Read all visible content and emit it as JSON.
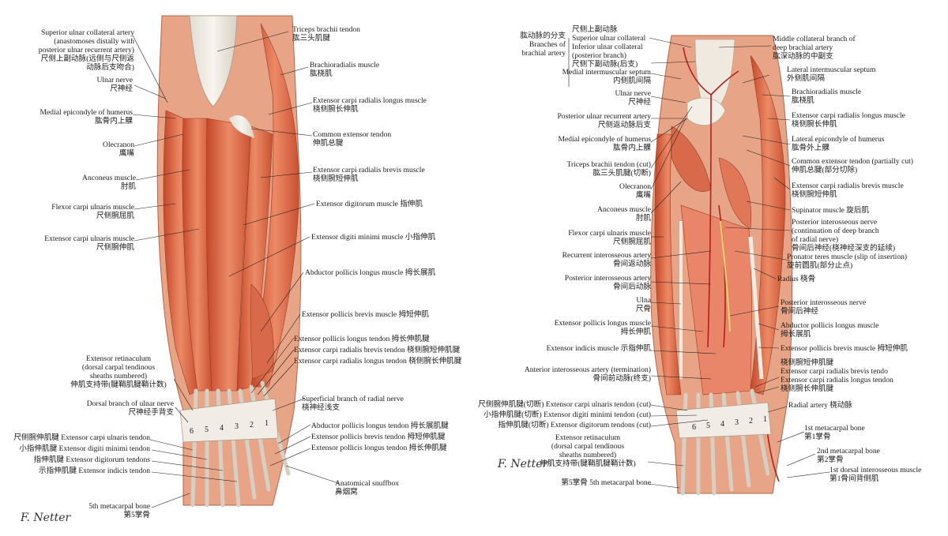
{
  "left": {
    "labels": [
      {
        "id": "l1",
        "lines": [
          "Superior ulnar collateral artery",
          "(anastomoses distally with",
          "posterior ulnar recurrent artery)",
          "尺侧上副动脉(远侧与尺侧返",
          "动脉后支吻合)"
        ]
      },
      {
        "id": "l2",
        "lines": [
          "Ulnar nerve",
          "尺神经"
        ]
      },
      {
        "id": "l3",
        "lines": [
          "Medial epicondyle of humerus",
          "肱骨内上髁"
        ]
      },
      {
        "id": "l4",
        "lines": [
          "Olecranon",
          "鹰嘴"
        ]
      },
      {
        "id": "l5",
        "lines": [
          "Anconeus muscle",
          "肘肌"
        ]
      },
      {
        "id": "l6",
        "lines": [
          "Flexor carpi ulnaris muscle",
          "尺侧腕屈肌"
        ]
      },
      {
        "id": "l7",
        "lines": [
          "Extensor carpi ulnaris muscle",
          "尺侧腕伸肌"
        ]
      },
      {
        "id": "l8",
        "lines": [
          "Extensor retinaculum",
          "(dorsal carpal tendinous",
          "sheaths numbered)",
          "伸肌支持带(腱鞘肌腱鞘计数)"
        ]
      },
      {
        "id": "l9",
        "lines": [
          "Dorsal branch of ulnar nerve",
          "尺神经手背支"
        ]
      },
      {
        "id": "l10",
        "lines": [
          "尺侧腕伸肌腱 Extensor carpi ulnaris tendon"
        ]
      },
      {
        "id": "l11",
        "lines": [
          "小指伸肌腱 Extensor digiti minimi tendon"
        ]
      },
      {
        "id": "l12",
        "lines": [
          "指伸肌腱 Extensor digitorum tendons"
        ]
      },
      {
        "id": "l13",
        "lines": [
          "示指伸肌腱 Extensor indicis tendon"
        ]
      },
      {
        "id": "l14",
        "lines": [
          "5th metacarpal bone",
          "第5掌骨"
        ]
      },
      {
        "id": "r1",
        "lines": [
          "Triceps brachii tendon",
          "肱三头肌腱"
        ]
      },
      {
        "id": "r2",
        "lines": [
          "Brachioradialis muscle",
          "肱桡肌"
        ]
      },
      {
        "id": "r3",
        "lines": [
          "Extensor carpi radialis longus muscle",
          "桡侧腕长伸肌"
        ]
      },
      {
        "id": "r4",
        "lines": [
          "Common extensor tendon",
          "伸肌总腱"
        ]
      },
      {
        "id": "r5",
        "lines": [
          "Extensor carpi radialis brevis muscle",
          "桡侧腕短伸肌"
        ]
      },
      {
        "id": "r6",
        "lines": [
          "Extensor digitorum muscle 指伸肌"
        ]
      },
      {
        "id": "r7",
        "lines": [
          "Extensor digiti minimi muscle 小指伸肌"
        ]
      },
      {
        "id": "r8",
        "lines": [
          "Abductor pollicis longus muscle 拇长展肌"
        ]
      },
      {
        "id": "r9",
        "lines": [
          "Extensor pollicis brevis muscle 拇短伸肌"
        ]
      },
      {
        "id": "r10",
        "lines": [
          "Extensor pollicis longus tendon 拇长伸肌腱",
          "Extensor carpi radialis brevis tendon 桡侧腕短伸肌腱",
          "Extensor carpi radialis longus tendon 桡侧腕长伸肌腱"
        ]
      },
      {
        "id": "r11",
        "lines": [
          "Superficial branch of radial nerve",
          "桡神经浅支"
        ]
      },
      {
        "id": "r12",
        "lines": [
          "Abductor pollicis longus tendon 拇长展肌腱",
          "Extensor pollicis brevis tendon 拇短伸肌腱",
          "Extensor pollicis longus tendon 拇长伸肌腱"
        ]
      },
      {
        "id": "r13",
        "lines": [
          "Anatomical snuffbox",
          "鼻烟窝"
        ]
      }
    ],
    "compartments": [
      "6",
      "5",
      "4",
      "3",
      "2",
      "1"
    ],
    "signature": "F. Netter"
  },
  "right": {
    "labels": [
      {
        "id": "a1",
        "lines": [
          "肱动脉的分支",
          "Branches of",
          "brachial artery"
        ]
      },
      {
        "id": "a2",
        "lines": [
          "尺侧上副动脉",
          "Superior ulnar collateral",
          "Inferior ulnar collateral",
          "(posterior branch)",
          "尺侧下副动脉(后支)"
        ]
      },
      {
        "id": "a3",
        "lines": [
          "Medial intermuscular septum",
          "内侧肌间隔"
        ]
      },
      {
        "id": "a4",
        "lines": [
          "Ulnar nerve",
          "尺神经"
        ]
      },
      {
        "id": "a5",
        "lines": [
          "Posterior ulnar recurrent artery",
          "尺侧返动脉后支"
        ]
      },
      {
        "id": "a6",
        "lines": [
          "Medial epicondyle of humerus",
          "肱骨内上髁"
        ]
      },
      {
        "id": "a7",
        "lines": [
          "Triceps brachii tendon (cut)",
          "肱三头肌腱(切断)"
        ]
      },
      {
        "id": "a8",
        "lines": [
          "Olecranon",
          "鹰嘴"
        ]
      },
      {
        "id": "a9",
        "lines": [
          "Anconeus muscle",
          "肘肌"
        ]
      },
      {
        "id": "a10",
        "lines": [
          "Flexor carpi ulnaris muscle",
          "尺侧腕屈肌"
        ]
      },
      {
        "id": "a11",
        "lines": [
          "Recurrent interosseous artery",
          "骨间返动脉"
        ]
      },
      {
        "id": "a12",
        "lines": [
          "Posterior interosseous artery",
          "骨间后动脉"
        ]
      },
      {
        "id": "a13",
        "lines": [
          "Ulna",
          "尺骨"
        ]
      },
      {
        "id": "a14",
        "lines": [
          "Extensor pollicis longus muscle",
          "拇长伸肌"
        ]
      },
      {
        "id": "a15",
        "lines": [
          "Extensor indicis muscle 示指伸肌"
        ]
      },
      {
        "id": "a16",
        "lines": [
          "Anterior interosseous artery (termination)",
          "骨间前动脉(终支)"
        ]
      },
      {
        "id": "a17",
        "lines": [
          "尺侧腕伸肌腱(切断) Extensor carpi ulnaris tendon (cut)",
          "小指伸肌腱(切断) Extensor digiti minimi tendon (cut)"
        ]
      },
      {
        "id": "a18",
        "lines": [
          "指伸肌腱(切断) Extensor digitorum tendons (cut)"
        ]
      },
      {
        "id": "a19",
        "lines": [
          "Extensor retinaculum",
          "(dorsal carpal tendinous",
          "sheaths numbered)",
          "伸肌支持带(腱鞘肌腱鞘计数)"
        ]
      },
      {
        "id": "a20",
        "lines": [
          "第5掌骨 5th metacarpal bone"
        ]
      },
      {
        "id": "b1",
        "lines": [
          "Middle collateral branch of",
          "deep brachial artery",
          "肱深动脉的中副支"
        ]
      },
      {
        "id": "b2",
        "lines": [
          "Lateral intermuscular septum",
          "外侧肌间隔"
        ]
      },
      {
        "id": "b3",
        "lines": [
          "Brachioradialis muscle",
          "肱桡肌"
        ]
      },
      {
        "id": "b4",
        "lines": [
          "Extensor carpi radialis longus muscle",
          "桡侧腕长伸肌"
        ]
      },
      {
        "id": "b5",
        "lines": [
          "Lateral epicondyle of humerus",
          "肱骨外上髁"
        ]
      },
      {
        "id": "b6",
        "lines": [
          "Common extensor tendon (partially cut)",
          "伸肌总腱(部分切除)"
        ]
      },
      {
        "id": "b7",
        "lines": [
          "Extensor carpi radialis brevis muscle",
          "桡侧腕短伸肌"
        ]
      },
      {
        "id": "b8",
        "lines": [
          "Supinator muscle 旋后肌"
        ]
      },
      {
        "id": "b9",
        "lines": [
          "Posterior interosseous nerve",
          "(continuation of deep branch",
          "of radial nerve)",
          "骨间后神经(桡神经深支的延续)"
        ]
      },
      {
        "id": "b10",
        "lines": [
          "Pronator teres muscle (slip of insertion)",
          "旋前圆肌(部分止点)"
        ]
      },
      {
        "id": "b11",
        "lines": [
          "Radius 桡骨"
        ]
      },
      {
        "id": "b12",
        "lines": [
          "Posterior interosseous nerve",
          "骨间后神经"
        ]
      },
      {
        "id": "b13",
        "lines": [
          "Abductor pollicis longus muscle",
          "拇长展肌"
        ]
      },
      {
        "id": "b14",
        "lines": [
          "Extensor pollicis brevis muscle 拇短伸肌"
        ]
      },
      {
        "id": "b15",
        "lines": [
          "桡侧腕短伸肌腱",
          "Extensor carpi radialis brevis tendo",
          "Extensor carpi radialis longus tendon",
          "桡侧腕长伸肌腱"
        ]
      },
      {
        "id": "b16",
        "lines": [
          "Radial artery 桡动脉"
        ]
      },
      {
        "id": "b17",
        "lines": [
          "1st metacarpal bone",
          "第1掌骨"
        ]
      },
      {
        "id": "b18",
        "lines": [
          "2nd metacarpal bone",
          "第2掌骨"
        ]
      },
      {
        "id": "b19",
        "lines": [
          "1st dorsal interosseous muscle",
          "第1骨间背侧肌"
        ]
      }
    ],
    "compartments": [
      "6",
      "5",
      "4",
      "3",
      "2",
      "1"
    ],
    "signature": "F. Netter"
  }
}
